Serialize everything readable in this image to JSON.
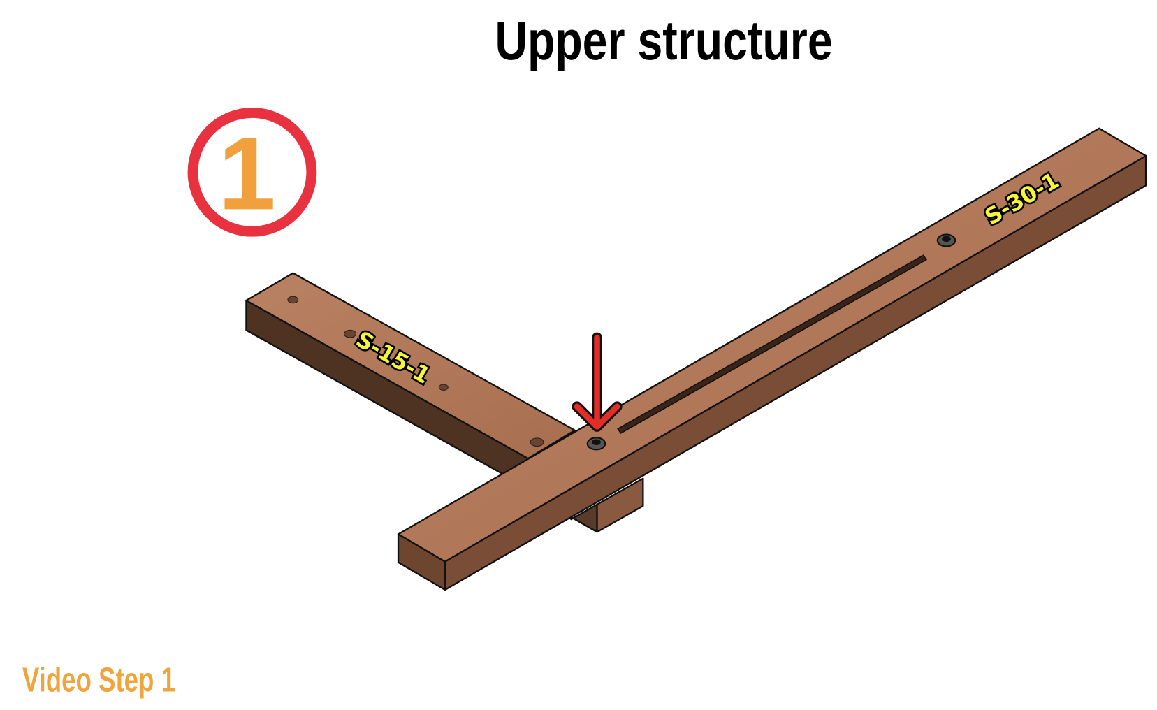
{
  "header": {
    "title": "Upper structure"
  },
  "step_badge": {
    "number": "1"
  },
  "parts": {
    "short_beam_label": "S-15-1",
    "long_beam_label": "S-30-1"
  },
  "footer": {
    "label": "Video Step 1"
  },
  "colors": {
    "badge_ring": "#e8323f",
    "badge_number": "#f0a03c",
    "arrow": "#e52d27",
    "label_text": "#f5f53a",
    "footer_text": "#f0a43c",
    "wood_top": "#b4785a",
    "wood_side": "#5a3a28"
  }
}
